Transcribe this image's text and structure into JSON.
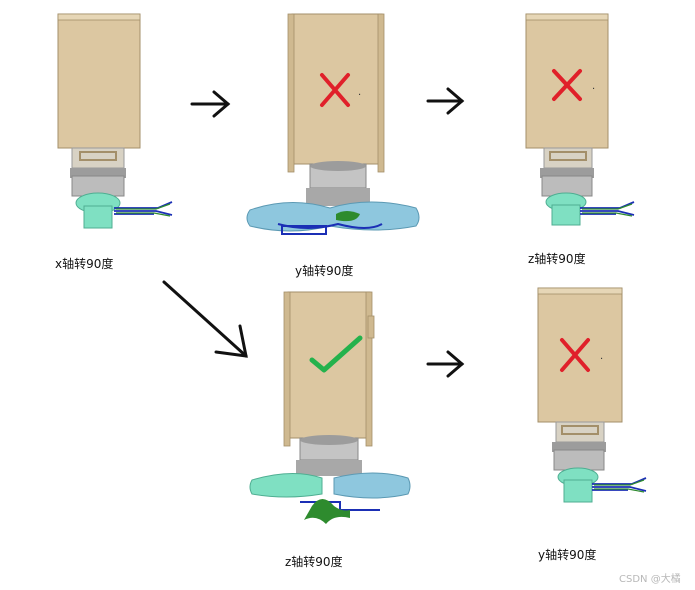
{
  "labels": {
    "step1": "x轴转90度",
    "step2": "y轴转90度",
    "step3": "z轴转90度",
    "step4": "z轴转90度",
    "step5": "y轴转90度"
  },
  "watermark": "CSDN @大橘",
  "marks": {
    "wrong": "cross",
    "right": "check"
  },
  "colors": {
    "body": "#dcc7a1",
    "body_edge": "#a38f6a",
    "gray_part": "#b4b4b4",
    "teal_part": "#7fe0c2",
    "blue_part": "#8ec7de",
    "wire_blue": "#1b2fb5",
    "wire_green": "#2e8b2e",
    "wrong_mark": "#e0202a",
    "right_mark": "#24b24c",
    "arrow": "#111111"
  }
}
